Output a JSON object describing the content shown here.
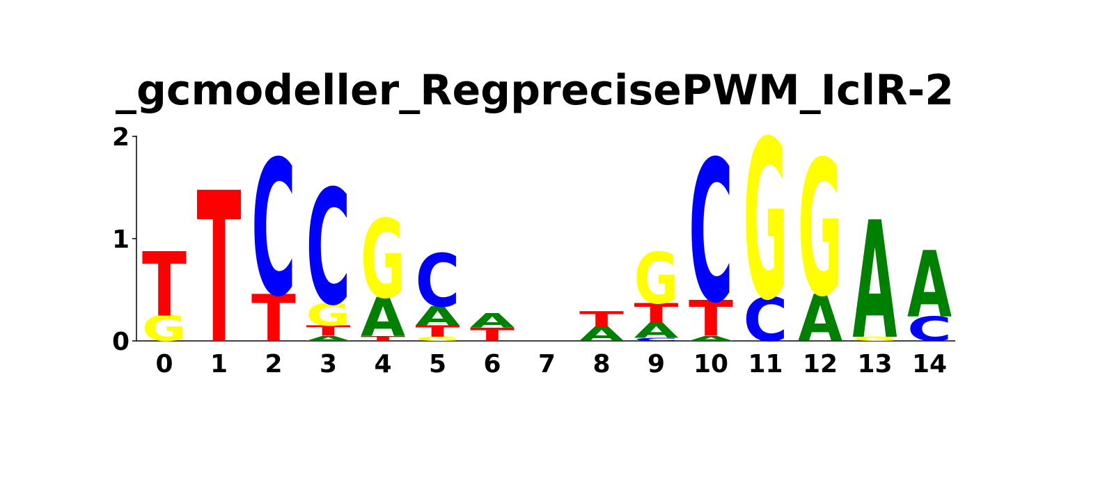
{
  "chart_data": {
    "type": "sequence-logo",
    "title": "_gcmodeller_RegprecisePWM_IclR-2",
    "xlabel": "",
    "ylabel": "",
    "ylim": [
      0,
      2
    ],
    "yticks": [
      "0",
      "1",
      "2"
    ],
    "grid": false,
    "colors": {
      "A": "#008000",
      "C": "#0000ff",
      "G": "#ffff00",
      "T": "#ff0000"
    },
    "positions": [
      {
        "label": "0",
        "letters": [
          {
            "base": "G",
            "height": 0.25
          },
          {
            "base": "T",
            "height": 0.63
          }
        ]
      },
      {
        "label": "1",
        "letters": [
          {
            "base": "T",
            "height": 1.48
          }
        ]
      },
      {
        "label": "2",
        "letters": [
          {
            "base": "T",
            "height": 0.46
          },
          {
            "base": "C",
            "height": 1.33
          }
        ]
      },
      {
        "label": "3",
        "letters": [
          {
            "base": "A",
            "height": 0.05
          },
          {
            "base": "T",
            "height": 0.1
          },
          {
            "base": "G",
            "height": 0.22
          },
          {
            "base": "C",
            "height": 1.13
          }
        ]
      },
      {
        "label": "4",
        "letters": [
          {
            "base": "T",
            "height": 0.05
          },
          {
            "base": "A",
            "height": 0.38
          },
          {
            "base": "G",
            "height": 0.77
          }
        ]
      },
      {
        "label": "5",
        "letters": [
          {
            "base": "G",
            "height": 0.04
          },
          {
            "base": "T",
            "height": 0.11
          },
          {
            "base": "A",
            "height": 0.19
          },
          {
            "base": "C",
            "height": 0.52
          }
        ]
      },
      {
        "label": "6",
        "letters": [
          {
            "base": "T",
            "height": 0.13
          },
          {
            "base": "A",
            "height": 0.14
          }
        ]
      },
      {
        "label": "7",
        "letters": []
      },
      {
        "label": "8",
        "letters": [
          {
            "base": "A",
            "height": 0.14
          },
          {
            "base": "T",
            "height": 0.15
          }
        ]
      },
      {
        "label": "9",
        "letters": [
          {
            "base": "C",
            "height": 0.03
          },
          {
            "base": "A",
            "height": 0.15
          },
          {
            "base": "T",
            "height": 0.19
          },
          {
            "base": "G",
            "height": 0.5
          }
        ]
      },
      {
        "label": "10",
        "letters": [
          {
            "base": "A",
            "height": 0.05
          },
          {
            "base": "T",
            "height": 0.35
          },
          {
            "base": "C",
            "height": 1.39
          }
        ]
      },
      {
        "label": "11",
        "letters": [
          {
            "base": "C",
            "height": 0.43
          },
          {
            "base": "G",
            "height": 1.56
          }
        ]
      },
      {
        "label": "12",
        "letters": [
          {
            "base": "A",
            "height": 0.46
          },
          {
            "base": "G",
            "height": 1.33
          }
        ]
      },
      {
        "label": "13",
        "letters": [
          {
            "base": "G",
            "height": 0.04
          },
          {
            "base": "A",
            "height": 1.15
          }
        ]
      },
      {
        "label": "14",
        "letters": [
          {
            "base": "C",
            "height": 0.24
          },
          {
            "base": "A",
            "height": 0.65
          }
        ]
      }
    ]
  }
}
